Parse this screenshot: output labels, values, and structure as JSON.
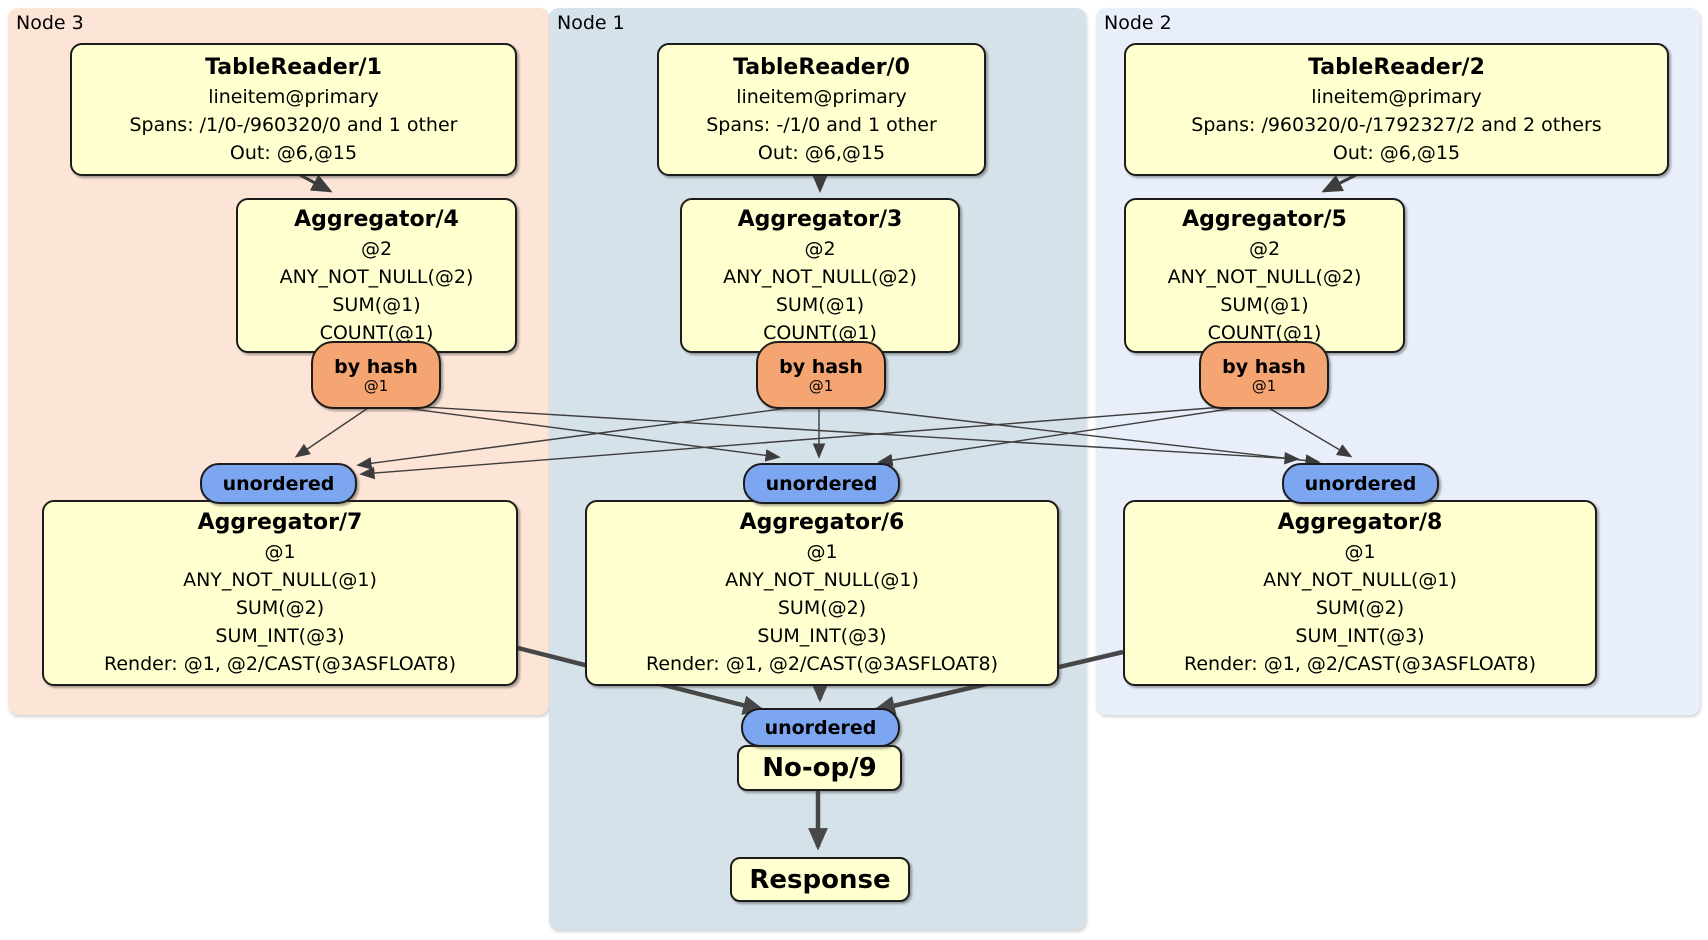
{
  "groups": [
    {
      "label": "Node 3",
      "table_reader": {
        "title": "TableReader/1",
        "lines": [
          "lineitem@primary",
          "Spans: /1/0-/960320/0 and 1 other",
          "Out: @6,@15"
        ]
      },
      "aggregator_top": {
        "title": "Aggregator/4",
        "lines": [
          "@2",
          "ANY_NOT_NULL(@2)",
          "SUM(@1)",
          "COUNT(@1)"
        ]
      },
      "router": {
        "label": "by hash",
        "detail": "@1"
      },
      "stream": {
        "label": "unordered"
      },
      "aggregator_bottom": {
        "title": "Aggregator/7",
        "lines": [
          "@1",
          "ANY_NOT_NULL(@1)",
          "SUM(@2)",
          "SUM_INT(@3)",
          "Render: @1, @2/CAST(@3ASFLOAT8)"
        ]
      }
    },
    {
      "label": "Node 1",
      "table_reader": {
        "title": "TableReader/0",
        "lines": [
          "lineitem@primary",
          "Spans: -/1/0 and 1 other",
          "Out: @6,@15"
        ]
      },
      "aggregator_top": {
        "title": "Aggregator/3",
        "lines": [
          "@2",
          "ANY_NOT_NULL(@2)",
          "SUM(@1)",
          "COUNT(@1)"
        ]
      },
      "router": {
        "label": "by hash",
        "detail": "@1"
      },
      "stream": {
        "label": "unordered"
      },
      "aggregator_bottom": {
        "title": "Aggregator/6",
        "lines": [
          "@1",
          "ANY_NOT_NULL(@1)",
          "SUM(@2)",
          "SUM_INT(@3)",
          "Render: @1, @2/CAST(@3ASFLOAT8)"
        ]
      }
    },
    {
      "label": "Node 2",
      "table_reader": {
        "title": "TableReader/2",
        "lines": [
          "lineitem@primary",
          "Spans: /960320/0-/1792327/2 and 2 others",
          "Out: @6,@15"
        ]
      },
      "aggregator_top": {
        "title": "Aggregator/5",
        "lines": [
          "@2",
          "ANY_NOT_NULL(@2)",
          "SUM(@1)",
          "COUNT(@1)"
        ]
      },
      "router": {
        "label": "by hash",
        "detail": "@1"
      },
      "stream": {
        "label": "unordered"
      },
      "aggregator_bottom": {
        "title": "Aggregator/8",
        "lines": [
          "@1",
          "ANY_NOT_NULL(@1)",
          "SUM(@2)",
          "SUM_INT(@3)",
          "Render: @1, @2/CAST(@3ASFLOAT8)"
        ]
      }
    }
  ],
  "output": {
    "stream_label": "unordered",
    "noop_title": "No-op/9",
    "response_title": "Response"
  },
  "colors": {
    "node3_bg": "#fce4d6",
    "node1_bg": "#d5e2ea",
    "node2_bg": "#e9effa",
    "processor_bg": "#ffffcf",
    "router_bg": "#f5a571",
    "stream_bg": "#7da6f1",
    "edge": "#3d3d3d"
  }
}
